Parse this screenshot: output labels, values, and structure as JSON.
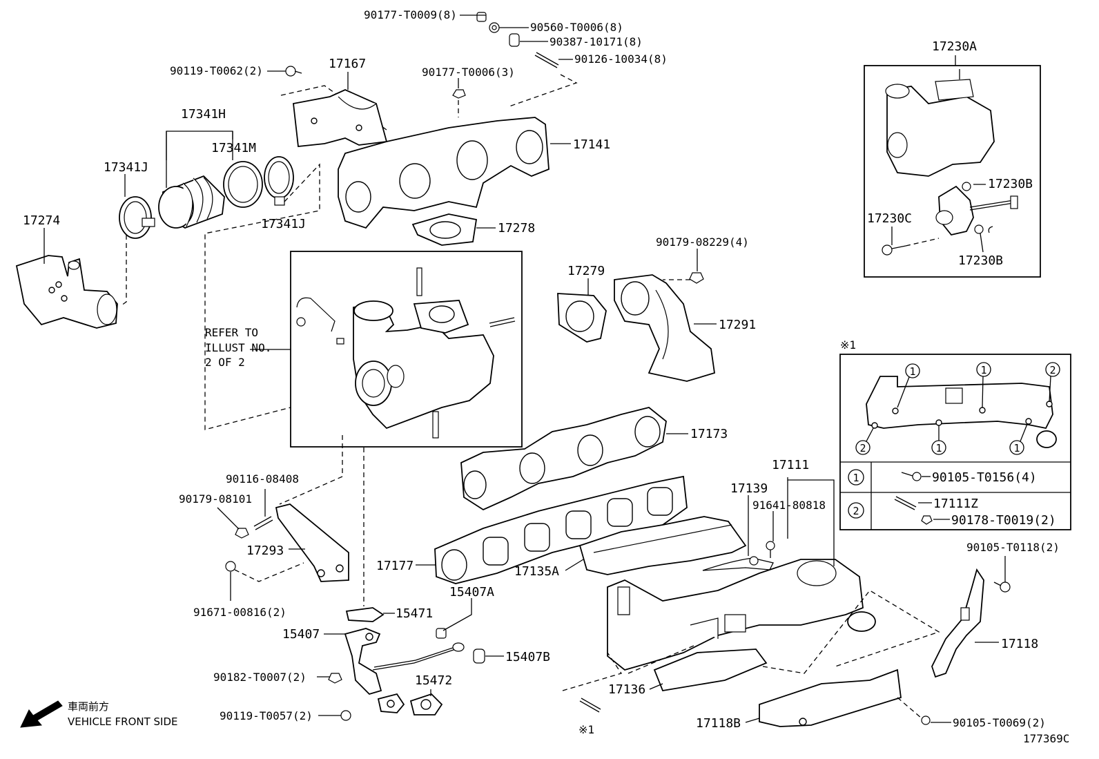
{
  "labels": {
    "p90177_T0009": "90177-T0009(8)",
    "p90560_T0006": "90560-T0006(8)",
    "p90387_10171": "90387-10171(8)",
    "p90126_10034": "90126-10034(8)",
    "p90119_T0062": "90119-T0062(2)",
    "p17167": "17167",
    "p90177_T0006": "90177-T0006(3)",
    "p17341H": "17341H",
    "p17341M": "17341M",
    "p17341J_a": "17341J",
    "p17341J_b": "17341J",
    "p17274": "17274",
    "p17141": "17141",
    "p17278": "17278",
    "p17230A": "17230A",
    "p17230B_a": "17230B",
    "p17230B_b": "17230B",
    "p17230C": "17230C",
    "p90179_08229": "90179-08229(4)",
    "p17279": "17279",
    "p17291": "17291",
    "refer_1": "REFER TO",
    "refer_2": "ILLUST NO.",
    "refer_3": "2 OF 2",
    "p17173": "17173",
    "p17111": "17111",
    "p17139": "17139",
    "p91641_80818": "91641-80818",
    "p90116_08408": "90116-08408",
    "p90179_08101": "90179-08101",
    "p17293": "17293",
    "p91671_00816": "91671-00816(2)",
    "p17177": "17177",
    "p17135A": "17135A",
    "p15407A": "15407A",
    "p15471": "15471",
    "p15407": "15407",
    "p15407B": "15407B",
    "p90182_T0007": "90182-T0007(2)",
    "p15472": "15472",
    "p90119_T0057": "90119-T0057(2)",
    "p17136": "17136",
    "p17118B": "17118B",
    "p90105_T0069": "90105-T0069(2)",
    "p90105_T0118": "90105-T0118(2)",
    "p17118": "17118",
    "note_mark": "※1",
    "note_ref": "※1",
    "front_jp": "車両前方",
    "front_en": "VEHICLE FRONT SIDE",
    "illust_no": "177369C"
  },
  "inset_table": {
    "circle_1": "1",
    "circle_2": "2",
    "row1_part": "90105-T0156(4)",
    "row2_part_a": "17111Z",
    "row2_part_b": "90178-T0019(2)"
  }
}
